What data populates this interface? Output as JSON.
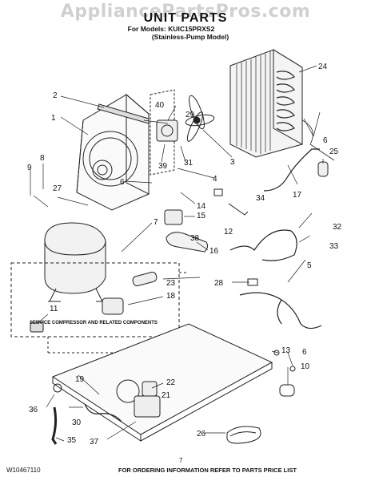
{
  "watermark": "AppliancePartsPros.com",
  "header": {
    "title": "UNIT PARTS",
    "models_line": "For Models: KUIC15PRXS2",
    "variant_line": "(Stainless-Pump Model)"
  },
  "notes": {
    "service_compressor": "SERVICE COMPRESSOR AND RELATED COMPONENTS"
  },
  "footer": {
    "document_number": "W10467110",
    "page_number": "7",
    "ordering_info": "FOR ORDERING INFORMATION REFER TO PARTS PRICE LIST"
  },
  "callouts": [
    "1",
    "2",
    "3",
    "4",
    "5",
    "6",
    "7",
    "8",
    "9",
    "10",
    "11",
    "12",
    "13",
    "14",
    "15",
    "16",
    "17",
    "18",
    "19",
    "21",
    "22",
    "23",
    "24",
    "25",
    "26",
    "27",
    "28",
    "29",
    "30",
    "31",
    "32",
    "33",
    "34",
    "35",
    "36",
    "37",
    "38",
    "39",
    "40"
  ],
  "callout_labels": {
    "c1": "1",
    "c2": "2",
    "c3": "3",
    "c4": "4",
    "c5": "5",
    "c6a": "6",
    "c6b": "6",
    "c6c": "6",
    "c7": "7",
    "c8": "8",
    "c9": "9",
    "c10": "10",
    "c11": "11",
    "c12": "12",
    "c13": "13",
    "c14": "14",
    "c15": "15",
    "c16": "16",
    "c17": "17",
    "c18": "18",
    "c19": "19",
    "c21": "21",
    "c22": "22",
    "c23": "23",
    "c24": "24",
    "c25": "25",
    "c26": "26",
    "c27": "27",
    "c28": "28",
    "c29": "29",
    "c30": "30",
    "c31": "31",
    "c32": "32",
    "c33": "33",
    "c34": "34",
    "c35": "35",
    "c36": "36",
    "c37": "37",
    "c38": "38",
    "c39": "39",
    "c40": "40"
  }
}
